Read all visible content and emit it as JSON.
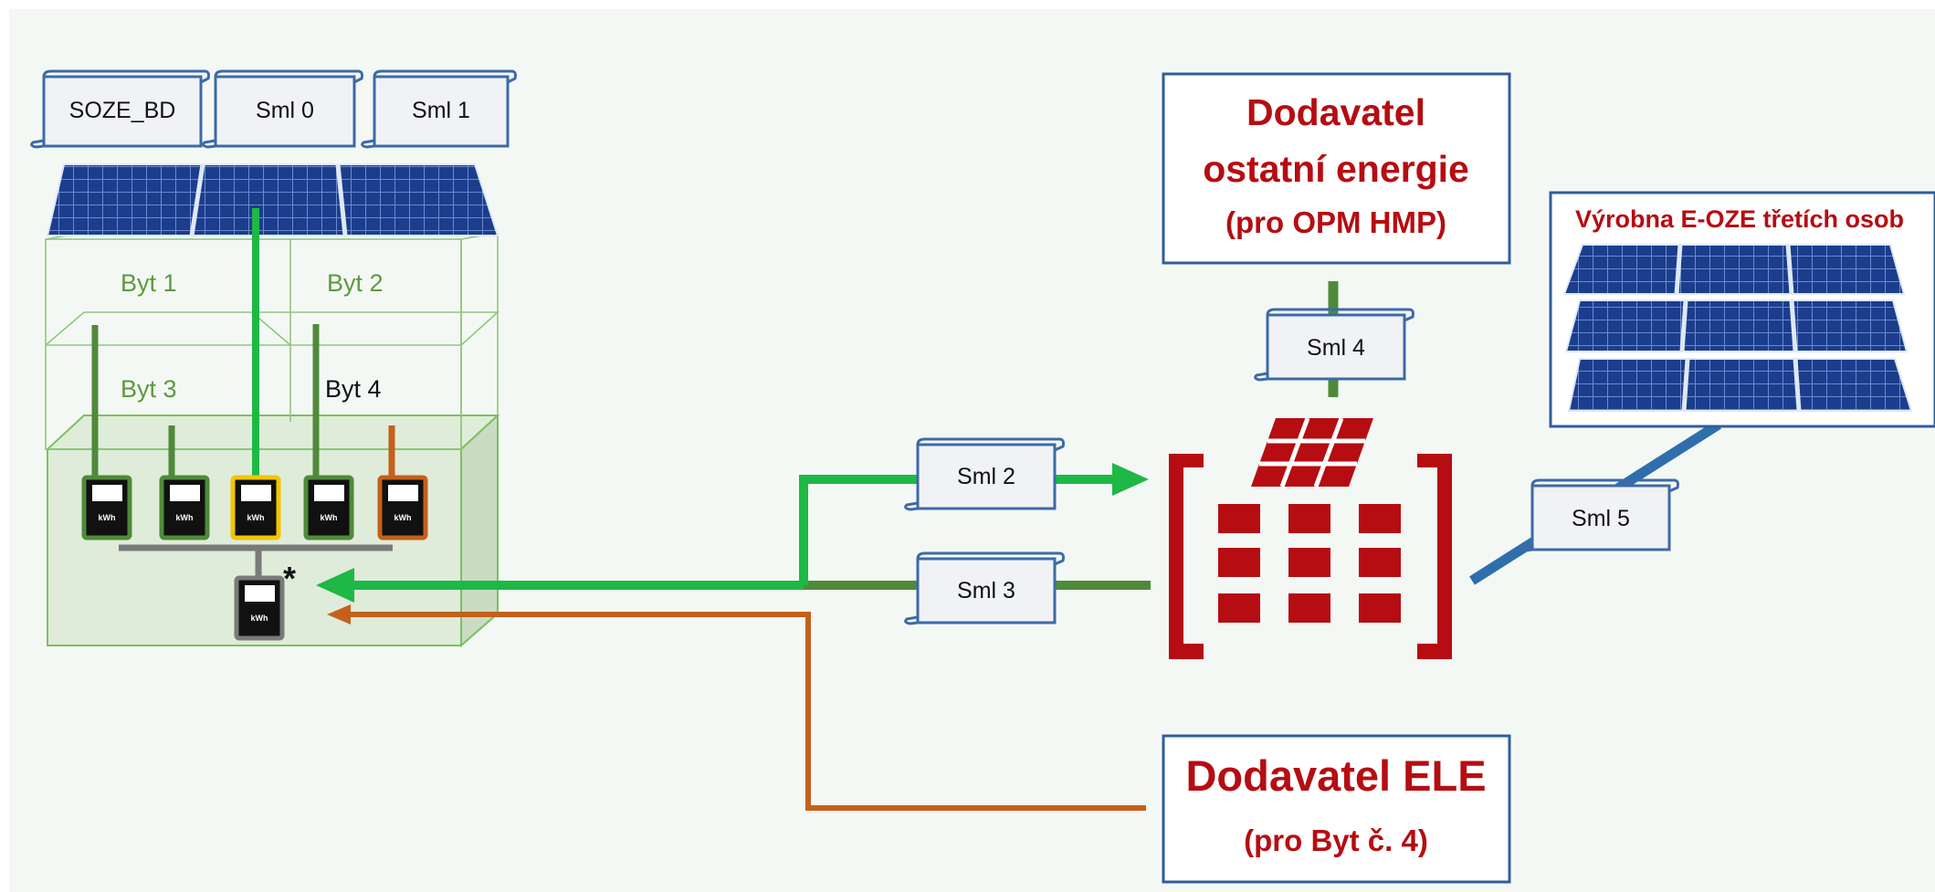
{
  "colors": {
    "green_bright": "#1db845",
    "green_dark": "#4f8a3a",
    "orange": "#c4601c",
    "blue": "#2f6ead",
    "red": "#b50d12",
    "yellow": "#f2c500",
    "gray": "#7a7a7a"
  },
  "contracts": {
    "soze_bd": "SOZE_BD",
    "sml0": "Sml 0",
    "sml1": "Sml 1",
    "sml2": "Sml 2",
    "sml3": "Sml 3",
    "sml4": "Sml 4",
    "sml5": "Sml 5"
  },
  "building": {
    "byt1": "Byt 1",
    "byt2": "Byt 2",
    "byt3": "Byt 3",
    "byt4": "Byt 4",
    "meter_unit": "kWh",
    "main_meter_mark": "*"
  },
  "supplier_other": {
    "line1": "Dodavatel",
    "line2": "ostatní energie",
    "line3": "(pro OPM HMP)"
  },
  "supplier_ele": {
    "line1": "Dodavatel ELE",
    "line2": "(pro Byt č. 4)"
  },
  "third_party_plant": {
    "title": "Výrobna E-OZE třetích osob"
  },
  "icons": {
    "contract": "scroll-icon",
    "solar": "solar-panel-icon",
    "meter": "electricity-meter-icon",
    "community": "energy-community-icon"
  }
}
